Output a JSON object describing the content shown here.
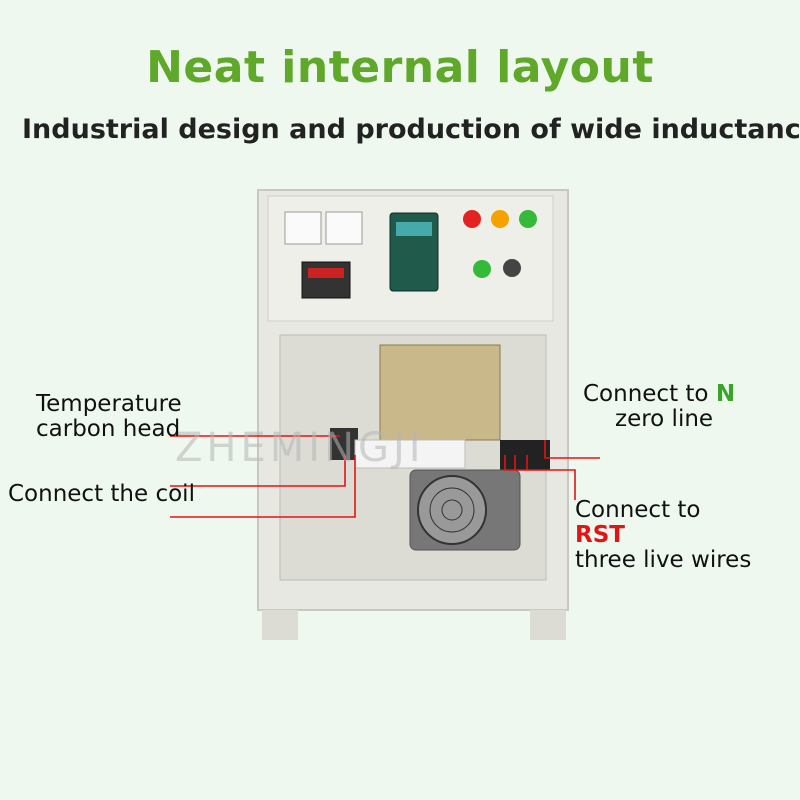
{
  "title": "Neat internal layout",
  "subtitle": "Industrial design and production of wide inductanc",
  "watermark": "ZHEMINGJI",
  "labels": {
    "temperature_line1": "Temperature",
    "temperature_line2": "carbon head",
    "connect_coil": "Connect the coil",
    "connect_n_prefix": "Connect to",
    "connect_n_letter": "N",
    "connect_n_suffix": "zero line",
    "connect_rst_prefix": "Connect to",
    "connect_rst_letters": "RST",
    "connect_rst_suffix": "three live wires"
  },
  "colors": {
    "title_green": "#5fa82a",
    "callout_red": "#e01515",
    "cabinet": "#e6e6e0"
  }
}
